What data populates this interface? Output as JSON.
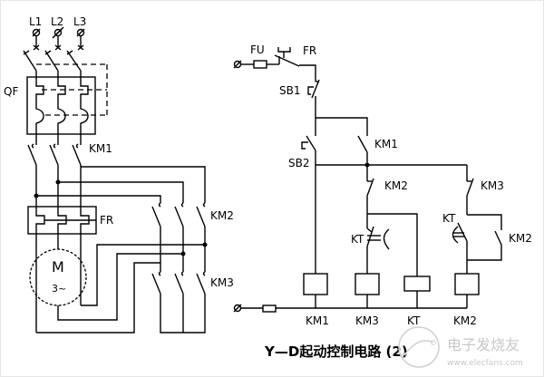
{
  "diagram": {
    "title": "Y—D起动控制电路 (2)",
    "power_circuit": {
      "phases": [
        "L1",
        "L2",
        "L3"
      ],
      "breaker": "QF",
      "main_contactor": "KM1",
      "overload_relay": "FR",
      "motor": {
        "label": "M",
        "type": "3~"
      },
      "delta_contactor": "KM2",
      "star_contactor": "KM3"
    },
    "control_circuit": {
      "fuse": "FU",
      "overload_contact": "FR",
      "stop_button": "SB1",
      "start_button": "SB2",
      "hold_contact": "KM1",
      "interlock_km2": "KM2",
      "interlock_km3": "KM3",
      "timer_nc": "KT",
      "timer_no": "KT",
      "km2_hold": "KM2",
      "coils": [
        "KM1",
        "KM3",
        "KT",
        "KM2"
      ]
    },
    "watermark": {
      "brand": "电子发烧友",
      "url": "www.elecfans.com"
    }
  }
}
